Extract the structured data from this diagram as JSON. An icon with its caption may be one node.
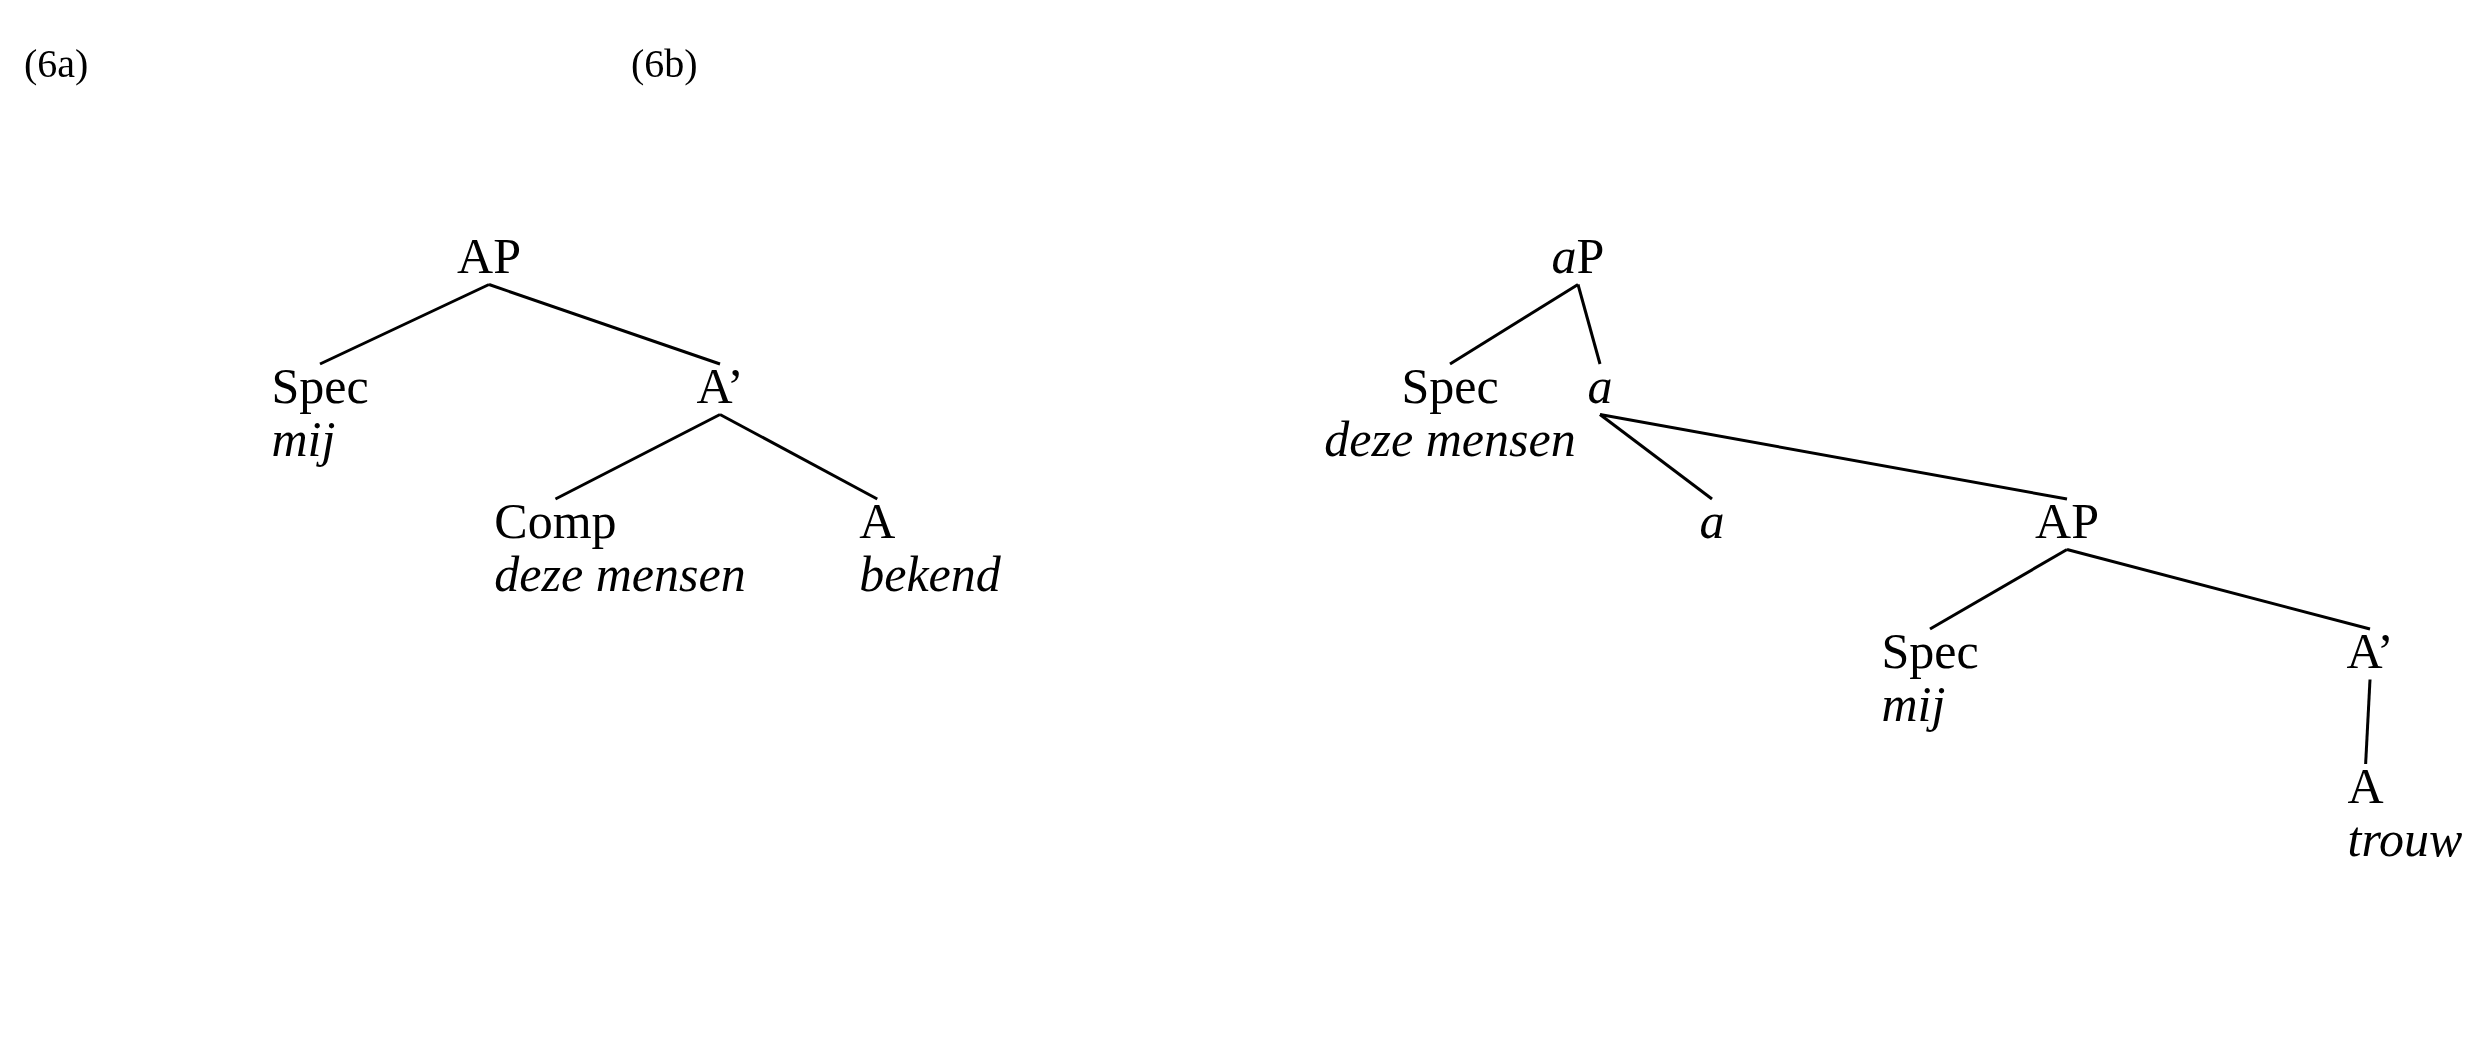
{
  "diagram": {
    "nodes": [
      {
        "text": [
          "AP"
        ]
      },
      {
        "text": [
          "Spec",
          "mij"
        ]
      },
      {
        "text": [
          "A’"
        ]
      },
      {
        "text": [
          "Comp",
          "deze mensen"
        ]
      },
      {
        "text": [
          "A",
          "bekend"
        ]
      },
      {
        "text": [
          "aP"
        ]
      },
      {
        "text": [
          "Spec",
          "deze mensen"
        ]
      },
      {
        "text": [
          "a"
        ]
      },
      {
        "text": [
          "a"
        ]
      },
      {
        "text": [
          "AP"
        ]
      },
      {
        "text": [
          "Spec",
          "mij"
        ]
      },
      {
        "text": [
          "A’"
        ]
      },
      {
        "text": [
          "A",
          "trouw"
        ]
      }
    ],
    "edges": [
      {
        "from": 0,
        "to": 1,
        "arrow": "none"
      },
      {
        "from": 0,
        "to": 2,
        "arrow": "none"
      },
      {
        "from": 2,
        "to": 3,
        "arrow": "none"
      },
      {
        "from": 2,
        "to": 4,
        "arrow": "none"
      },
      {
        "from": 5,
        "to": 6,
        "arrow": "none"
      },
      {
        "from": 5,
        "to": 7,
        "arrow": "none"
      },
      {
        "from": 7,
        "to": 8,
        "arrow": "none"
      },
      {
        "from": 7,
        "to": 9,
        "arrow": "none"
      },
      {
        "from": 9,
        "to": 10,
        "arrow": "none"
      },
      {
        "from": 9,
        "to": 11,
        "arrow": "none"
      },
      {
        "from": 11,
        "to": 12,
        "arrow": "none"
      }
    ],
    "labels": [
      "(6a)",
      "(6b)"
    ]
  }
}
